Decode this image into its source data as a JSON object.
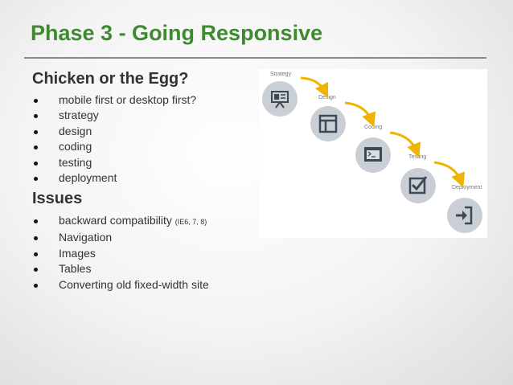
{
  "slide": {
    "title": "Phase 3 - Going Responsive"
  },
  "section1": {
    "heading": "Chicken or the Egg?",
    "items": [
      "mobile first or desktop first?",
      "strategy",
      "design",
      "coding",
      "testing",
      "deployment"
    ]
  },
  "section2": {
    "heading": "Issues",
    "items": [
      {
        "text": "backward compatibility",
        "note": "(IE6, 7, 8)"
      },
      {
        "text": "Navigation",
        "note": ""
      },
      {
        "text": "Images",
        "note": ""
      },
      {
        "text": "Tables",
        "note": ""
      },
      {
        "text": "Converting old fixed-width site",
        "note": ""
      }
    ]
  },
  "workflow": {
    "steps": [
      "Strategy",
      "Design",
      "Coding",
      "Testing",
      "Deployment"
    ],
    "icons": [
      "presentation-icon",
      "layout-icon",
      "terminal-icon",
      "checkbox-icon",
      "deploy-icon"
    ],
    "colors": {
      "circle": "#c9cfd4",
      "icon": "#3d4a55",
      "arrow": "#f0b400"
    }
  }
}
